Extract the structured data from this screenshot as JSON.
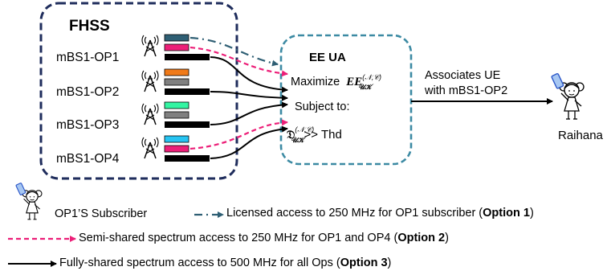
{
  "fhss_box": {
    "title": "FHSS"
  },
  "bs_labels": [
    "mBS1-OP1",
    "mBS1-OP2",
    "mBS1-OP3",
    "mBS1-OP4"
  ],
  "channel_colors": {
    "op1": [
      "#2f5f74",
      "#ec1f78",
      "#000000"
    ],
    "op2": [
      "#f07a19",
      "#808080",
      "#000000"
    ],
    "op3": [
      "#33f5a2",
      "#808080",
      "#000000"
    ],
    "op4": [
      "#27c4f2",
      "#ec1f78",
      "#000000"
    ]
  },
  "ee_ua_box": {
    "title": "EE UA",
    "maximize": "Maximize",
    "ee_symbol": "EE",
    "ee_sup": "(𝒩,𝒞)",
    "ee_sub": "𝒰𝒦",
    "subject_to": "Subject to:",
    "d_symbol": "𝔇",
    "d_sup": "(𝒩,𝒞)",
    "d_sub": "𝒰𝒦",
    "threshold": ">> Thd"
  },
  "output": {
    "line1": "Associates UE",
    "line2": "with mBS1-OP2",
    "user_name": "Raihana"
  },
  "legend": {
    "subscriber": "OP1’S Subscriber",
    "option1_text": "Licensed access to 250 MHz for OP1 subscriber (",
    "option1_bold": "Option 1",
    "option1_close": ")",
    "option2_text": "Semi-shared spectrum access to 250 MHz for OP1 and OP4 (",
    "option2_bold": "Option 2",
    "option2_close": ")",
    "option3_text": "Fully-shared spectrum access to 500 MHz for all Ops (",
    "option3_bold": "Option 3",
    "option3_close": ")"
  },
  "colors": {
    "fhss_border": "#1f2d5c",
    "ee_border": "#3c8aa3",
    "option1": "#2f5f74",
    "option2": "#ec1f78",
    "option3": "#000000"
  }
}
